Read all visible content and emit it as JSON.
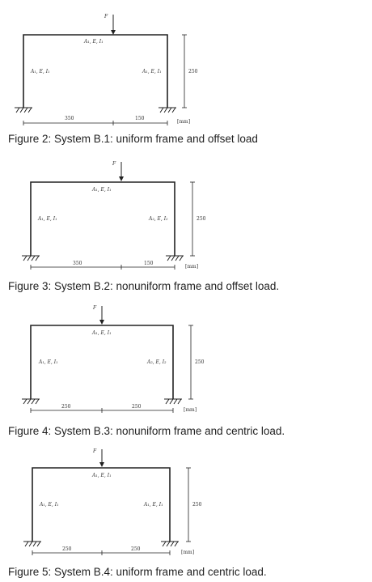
{
  "figures": [
    {
      "caption": "Figure 2: System B.1: uniform frame and offset load",
      "load_label": "F",
      "beam_label": "A₁, E, I₁",
      "left_column_label": "A₁, E, I₁",
      "right_column_label": "A₁, E, I₁",
      "height_dim": "250",
      "left_span_dim": "350",
      "right_span_dim": "150",
      "units": "[mm]"
    },
    {
      "caption": "Figure 3: System B.2: nonuniform frame and offset load.",
      "load_label": "F",
      "beam_label": "A₁, E, I₁",
      "left_column_label": "A₁, E, I₁",
      "right_column_label": "A₂, E, I₂",
      "height_dim": "250",
      "left_span_dim": "350",
      "right_span_dim": "150",
      "units": "[mm]"
    },
    {
      "caption": "Figure 4: System B.3: nonuniform frame and centric load.",
      "load_label": "F",
      "beam_label": "A₁, E, I₁",
      "left_column_label": "A₁, E, I₁",
      "right_column_label": "A₂, E, I₂",
      "height_dim": "250",
      "left_span_dim": "250",
      "right_span_dim": "250",
      "units": "[mm]"
    },
    {
      "caption": "Figure 5: System B.4: uniform frame and centric load.",
      "load_label": "F",
      "beam_label": "A₁, E, I₁",
      "left_column_label": "A₁, E, I₁",
      "right_column_label": "A₁, E, I₁",
      "height_dim": "250",
      "left_span_dim": "250",
      "right_span_dim": "250",
      "units": "[mm]"
    }
  ]
}
